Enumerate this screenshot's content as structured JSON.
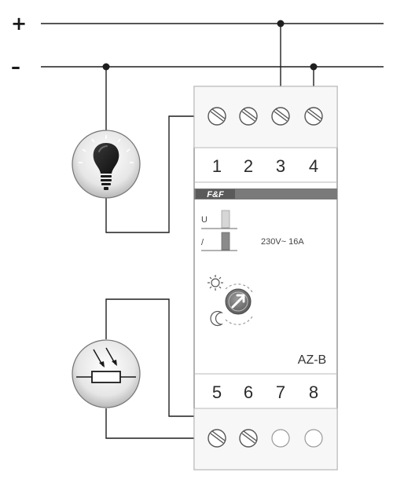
{
  "rails": {
    "plus_label": "+",
    "minus_label": "–"
  },
  "device": {
    "brand": "F&F",
    "model": "AZ-B",
    "rating": "230V~  16A",
    "indicator_u": "U",
    "indicator_relay": "/",
    "colors": {
      "brand_band": "#7a7a7a",
      "led_u": "#d6d6d6",
      "led_relay": "#8a8a8a",
      "knob": "#7a7a7a"
    }
  },
  "terminals": {
    "top_labels": [
      "1",
      "2",
      "3",
      "4"
    ],
    "bottom_labels": [
      "5",
      "6",
      "7",
      "8"
    ]
  },
  "icons": {
    "lamp": "light-bulb-icon",
    "sensor": "photoresistor-icon",
    "sun": "sun-icon",
    "moon": "moon-icon",
    "knob": "adjust-knob-icon"
  }
}
